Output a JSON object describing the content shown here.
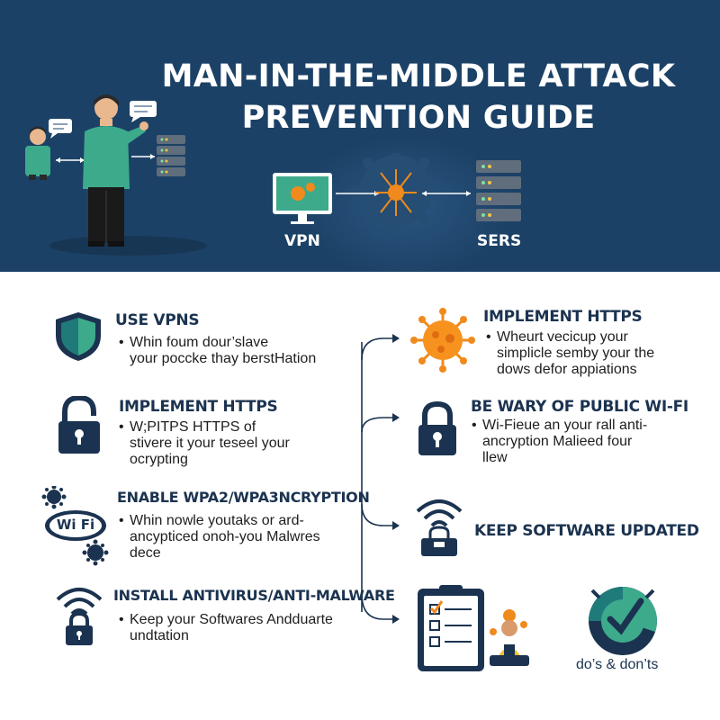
{
  "header": {
    "title_line1": "MAN-IN-THE-MIDDLE ATTACK",
    "title_line2": "PREVENTION GUIDE",
    "vpn_label": "VPN",
    "servers_label": "SERS"
  },
  "colors": {
    "header_bg": "#1c4166",
    "accent_teal": "#1f7a7a",
    "accent_green": "#3daa8c",
    "accent_orange": "#f08a1c",
    "navy": "#1b3350"
  },
  "left_tips": [
    {
      "title": "USE VPNS",
      "icon": "shield-icon",
      "desc_line1": "Whin foum dour’slave",
      "desc_line2": "your poccke thay berstHation"
    },
    {
      "title": "IMPLEMENT HTTPS",
      "icon": "unlocked-padlock-icon",
      "desc_line1": "W;PITPS  HTTPS of",
      "desc_line2": "stivere it your teseel your\nocrypting"
    },
    {
      "title": "ENABLE WPA2/WPA3NCRYPTION",
      "icon": "wifi-virus-icon",
      "wifi_text": "Wi Fi",
      "desc_line1": "Whin nowle youtaks or ard-",
      "desc_line2": "ancypticed onoh-you Malwres\ndece"
    },
    {
      "title": "INSTALL ANTIVIRUS/ANTI-MALWARE",
      "icon": "wifi-lock-icon",
      "desc_line1": "Keep your Softwares Andduarte",
      "desc_line2": "undtation"
    }
  ],
  "right_tips": [
    {
      "title": "IMPLEMENT HTTPS",
      "icon": "virus-icon",
      "desc_line1": "Wheurt vecicup your",
      "desc_line2": "simplicle semby your the\ndows defor appiations"
    },
    {
      "title": "BE WARY OF PUBLIC WI-FI",
      "icon": "padlock-icon",
      "desc_line1": "Wi-Fieue an your rall anti-",
      "desc_line2": "ancryption Malieed four\nllew"
    },
    {
      "title": "KEEP SOFTWARE UPDATED",
      "icon": "wifi-router-icon"
    }
  ],
  "footer": {
    "dos_donts_label": "do’s & don’ts"
  }
}
